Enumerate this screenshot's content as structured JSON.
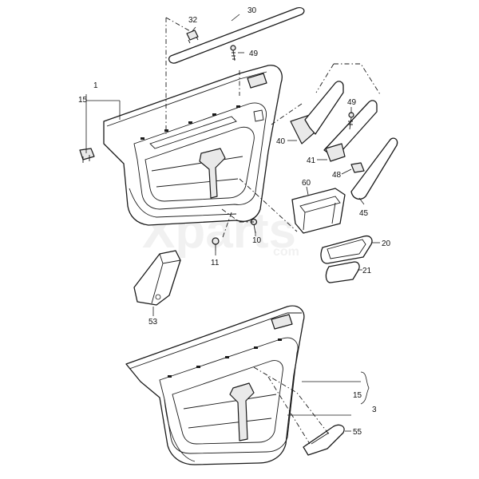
{
  "watermark": {
    "brand": "Xparts",
    "domain": "com"
  },
  "callouts": {
    "c32": "32",
    "c30": "30",
    "c49a": "49",
    "c1": "1",
    "c15a": "15",
    "c49b": "49",
    "c40": "40",
    "c41": "41",
    "c48": "48",
    "c60": "60",
    "c45": "45",
    "c10": "10",
    "c20": "20",
    "c11": "11",
    "c21": "21",
    "c53": "53",
    "c15b": "15",
    "c3": "3",
    "c55": "55"
  }
}
